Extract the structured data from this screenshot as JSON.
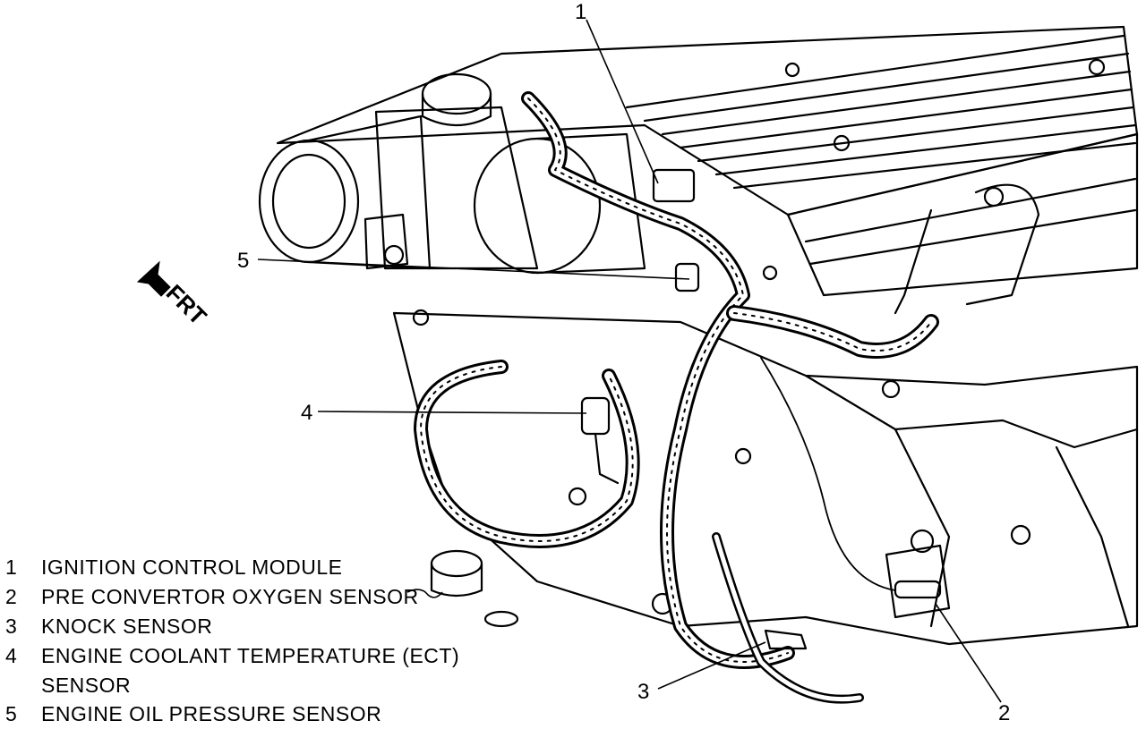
{
  "diagram": {
    "front_label": "FRT",
    "callouts": [
      "1",
      "2",
      "3",
      "4",
      "5"
    ],
    "legend": [
      {
        "num": "1",
        "label": "IGNITION CONTROL MODULE"
      },
      {
        "num": "2",
        "label": "PRE CONVERTOR OXYGEN SENSOR"
      },
      {
        "num": "3",
        "label": "KNOCK SENSOR"
      },
      {
        "num": "4",
        "label": "ENGINE COOLANT TEMPERATURE (ECT)",
        "continuation": "SENSOR"
      },
      {
        "num": "5",
        "label": "ENGINE OIL PRESSURE SENSOR"
      }
    ]
  }
}
